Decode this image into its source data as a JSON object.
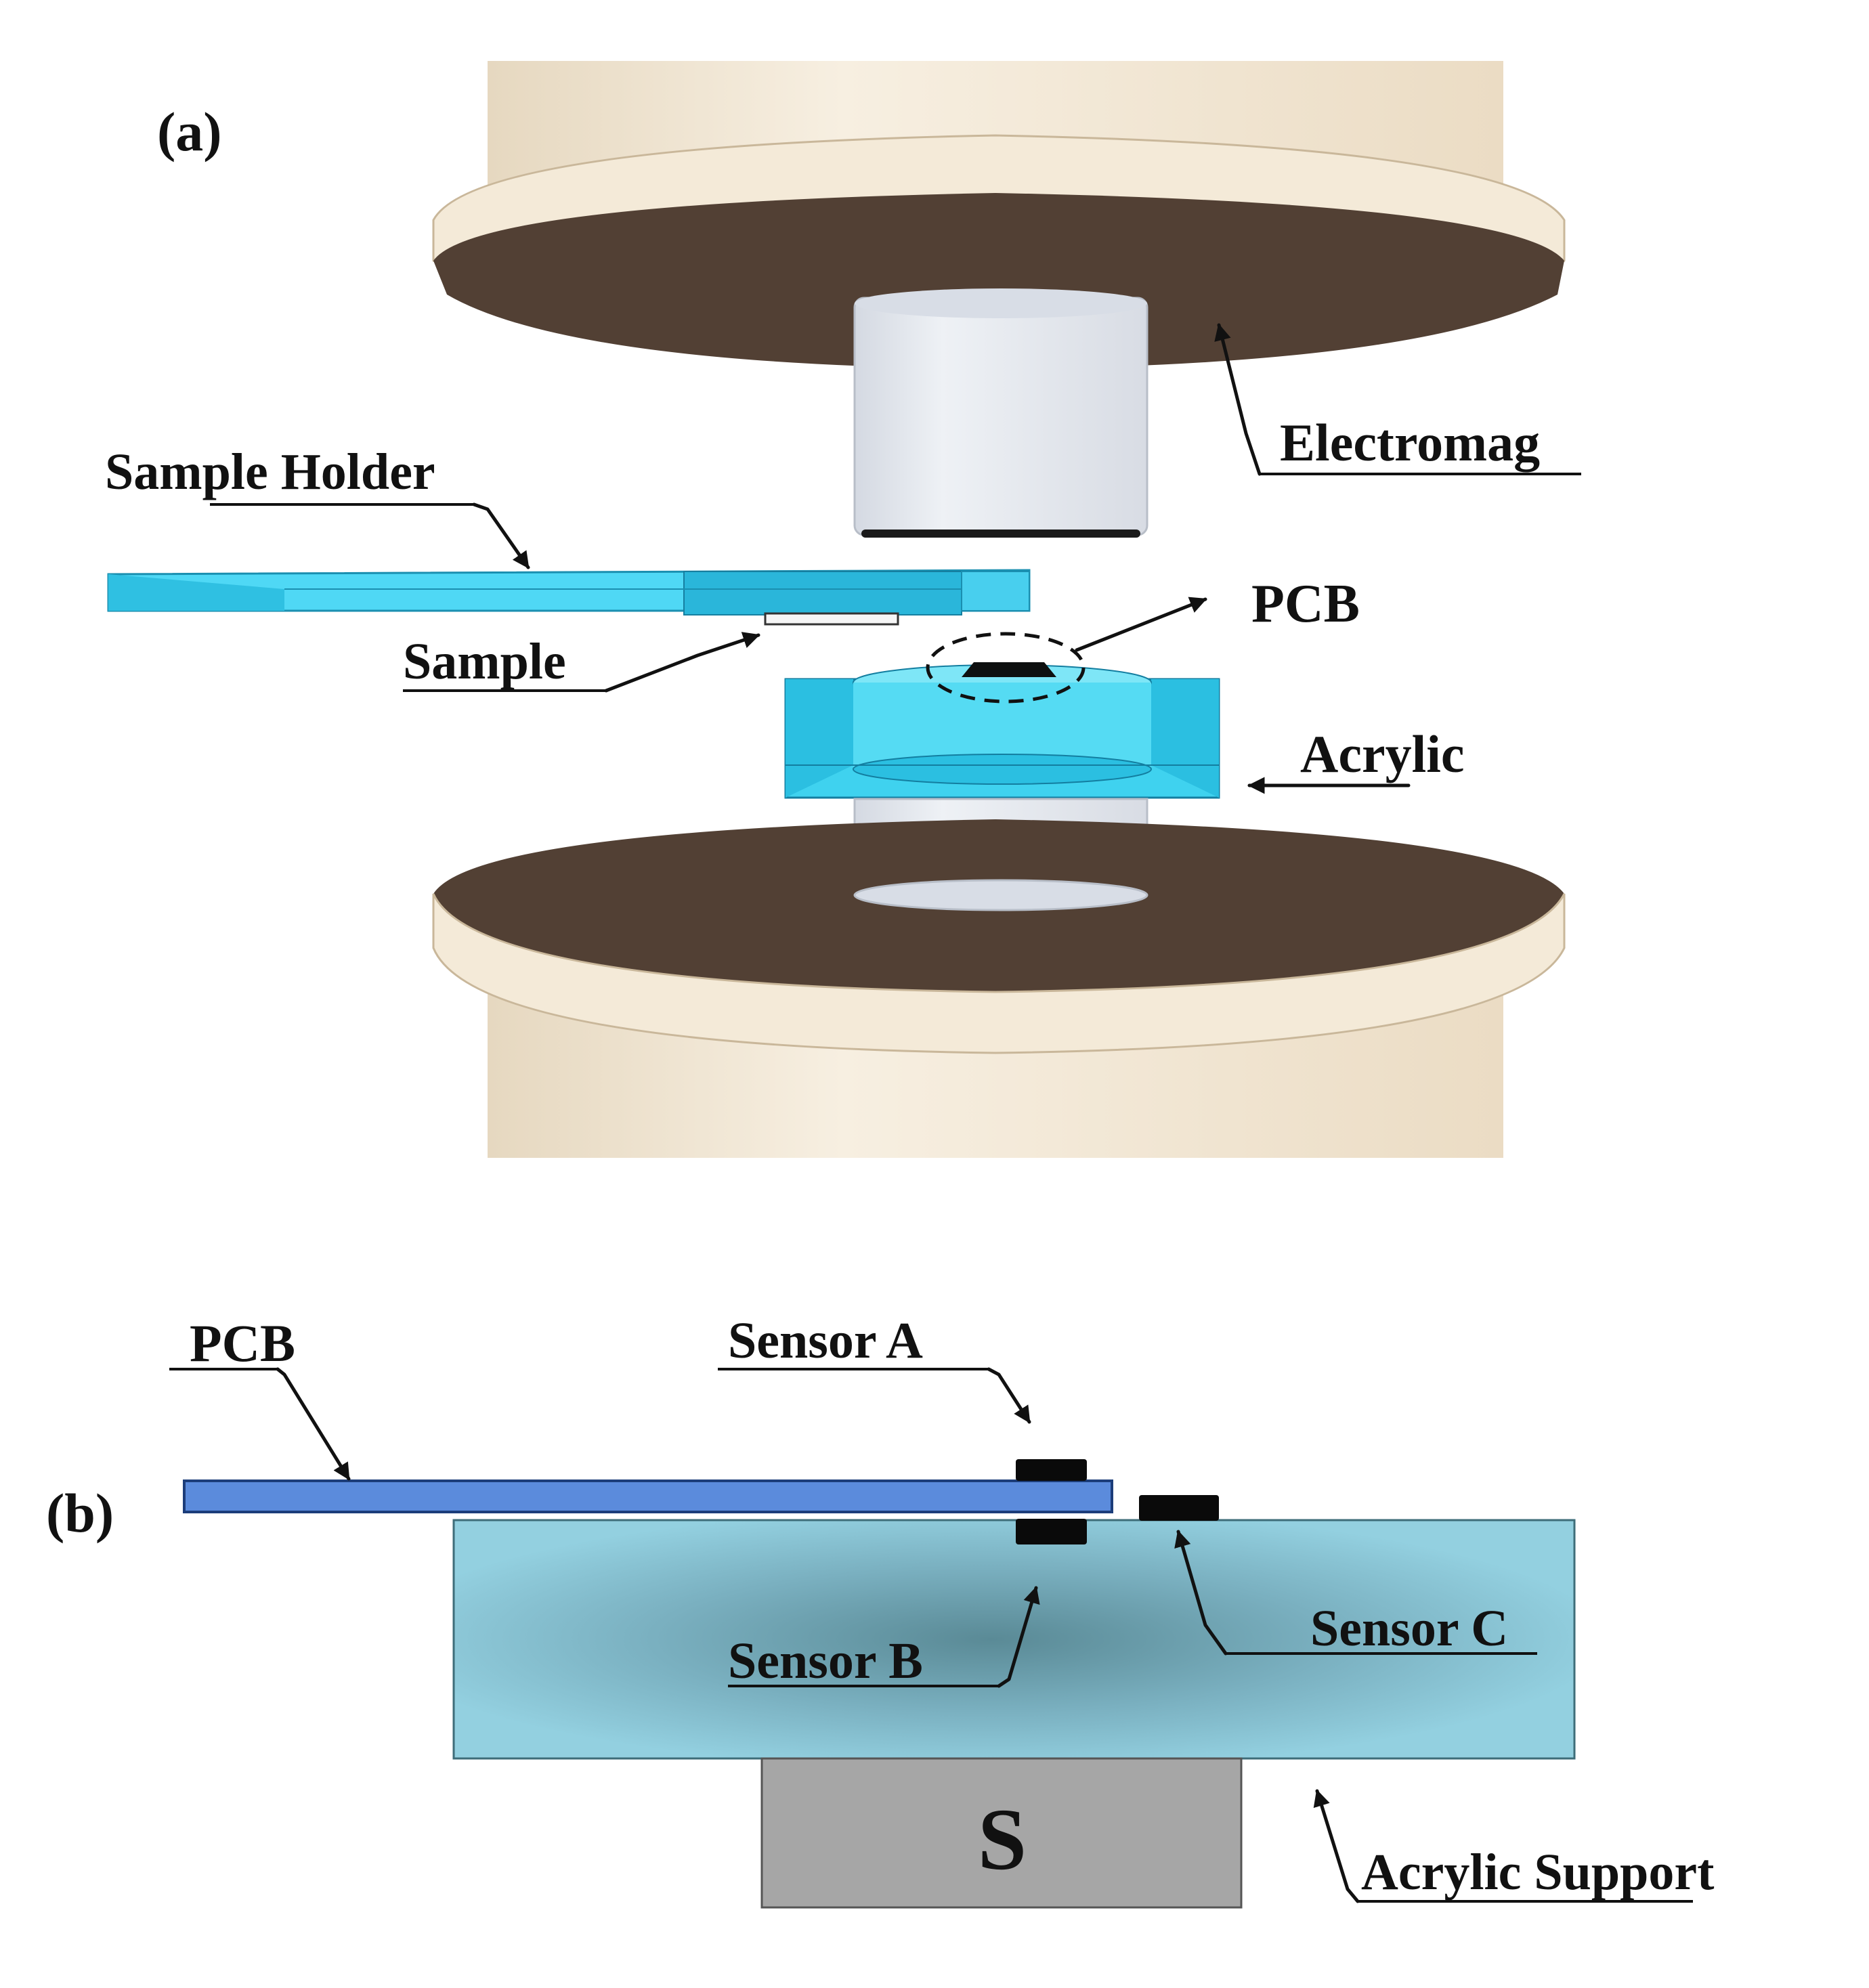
{
  "panel_a": {
    "panel_label": "(a)",
    "labels": {
      "sample_holder": "Sample Holder",
      "electromag": "Electromag",
      "pcb": "PCB",
      "sample": "Sample",
      "acrylic": "Acrylic"
    },
    "colors": {
      "pole_body": "#f4ead8",
      "pole_face": "#524034",
      "core": "#e8ebf0",
      "acrylic_cyan": "#3fd2ef"
    }
  },
  "panel_b": {
    "panel_label": "(b)",
    "labels": {
      "pcb": "PCB",
      "sensor_a": "Sensor A",
      "sensor_b": "Sensor B",
      "sensor_c": "Sensor C",
      "acrylic_support": "Acrylic Support",
      "magnet": "S"
    },
    "colors": {
      "pcb": "#5b8bdc",
      "support": "#8ccadb",
      "magnet": "#a6a6a6",
      "sensor": "#0a0a0a"
    }
  }
}
